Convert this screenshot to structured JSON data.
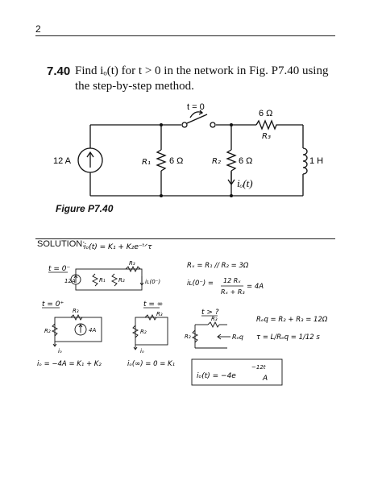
{
  "page_number": "2",
  "problem": {
    "number": "7.40",
    "line1": "Find iₒ(t) for t > 0 in the network in Fig. P7.40 using",
    "line2": "the step-by-step method."
  },
  "figure": {
    "caption": "Figure P7.40",
    "source": "12 A",
    "switch": "t = 0",
    "r1": "R₁",
    "r1_val": "6 Ω",
    "r2": "R₂",
    "r2_val": "6 Ω",
    "r3": "R₃",
    "r3_val": "6 Ω",
    "inductor": "1 H",
    "current": "iₒ(t)"
  },
  "solution": {
    "label": "SOLUTION:",
    "general_form": "iₒ(t) = K₁ + K₂e⁻ᵗᐟτ",
    "t0minus": "t = 0⁻",
    "src_12A": "12A",
    "r1": "R₁",
    "r2": "R₂",
    "r3": "R₃",
    "il0": "iʟ(0⁻)",
    "rx_eq": "Rₓ = R₁ // R₂ = 3Ω",
    "il_eq_lhs": "iʟ(0⁻) =",
    "il_num": "12 Rₓ",
    "il_den": "Rₓ + R₃",
    "il_result": "= 4A",
    "t0plus": "t = 0⁺",
    "src_4A": "4A",
    "io": "iₒ",
    "io0_eq": "iₒ = −4A = K₁ + K₂",
    "tinf": "t = ∞",
    "ioinf_eq": "iₒ(∞) = 0 = K₁",
    "tq": "t > ?",
    "req_label": "Rₑq",
    "req_eq": "Rₑq = R₂ + R₃ = 12Ω",
    "tau_eq": "τ = L/Rₑq = 1/12 s",
    "answer_lhs": "iₒ(t) = −4e",
    "answer_exp": "−12t",
    "answer_unit": "A"
  }
}
